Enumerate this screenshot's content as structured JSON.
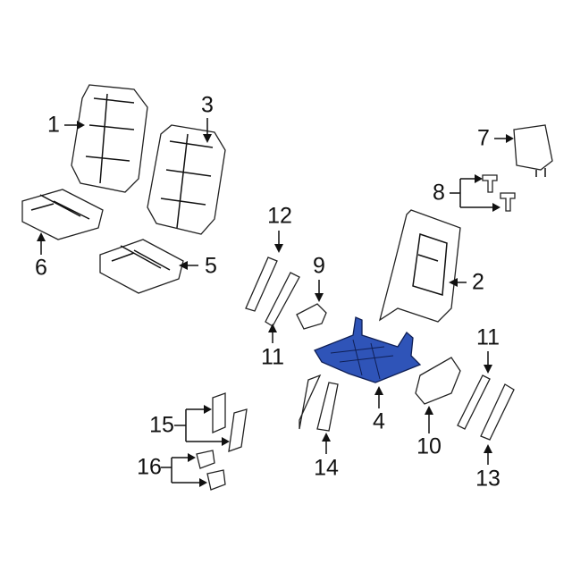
{
  "callouts": [
    {
      "id": "c1",
      "text": "1"
    },
    {
      "id": "c2",
      "text": "2"
    },
    {
      "id": "c3",
      "text": "3"
    },
    {
      "id": "c4",
      "text": "4"
    },
    {
      "id": "c5",
      "text": "5"
    },
    {
      "id": "c6",
      "text": "6"
    },
    {
      "id": "c7",
      "text": "7"
    },
    {
      "id": "c8",
      "text": "8"
    },
    {
      "id": "c9",
      "text": "9"
    },
    {
      "id": "c10",
      "text": "10"
    },
    {
      "id": "c11a",
      "text": "11"
    },
    {
      "id": "c11b",
      "text": "11"
    },
    {
      "id": "c12",
      "text": "12"
    },
    {
      "id": "c13",
      "text": "13"
    },
    {
      "id": "c14",
      "text": "14"
    },
    {
      "id": "c15",
      "text": "15"
    },
    {
      "id": "c16",
      "text": "16"
    }
  ],
  "colors": {
    "highlight": "#2f54b8",
    "line": "#222222"
  }
}
